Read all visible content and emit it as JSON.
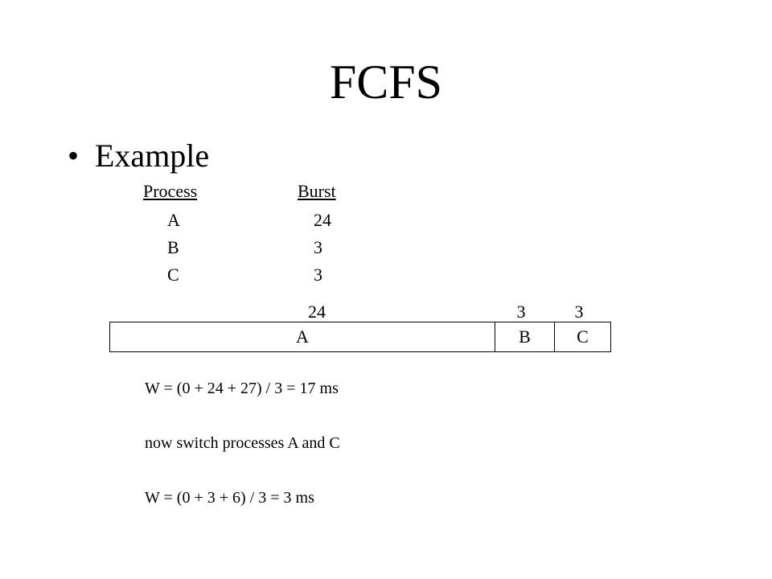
{
  "slide": {
    "title": "FCFS",
    "bullet": "Example"
  },
  "table": {
    "headers": [
      "Process",
      "Burst"
    ],
    "rows": [
      {
        "process": "A",
        "burst": "24"
      },
      {
        "process": "B",
        "burst": "3"
      },
      {
        "process": "C",
        "burst": "3"
      }
    ]
  },
  "gantt": {
    "durations": [
      "24",
      "3",
      "3"
    ],
    "segments": [
      "A",
      "B",
      "C"
    ]
  },
  "notes": {
    "line1": "W = (0 + 24 + 27) / 3 = 17 ms",
    "line2": "now switch processes A and C",
    "line3": "W = (0 + 3 + 6) / 3 = 3 ms"
  }
}
